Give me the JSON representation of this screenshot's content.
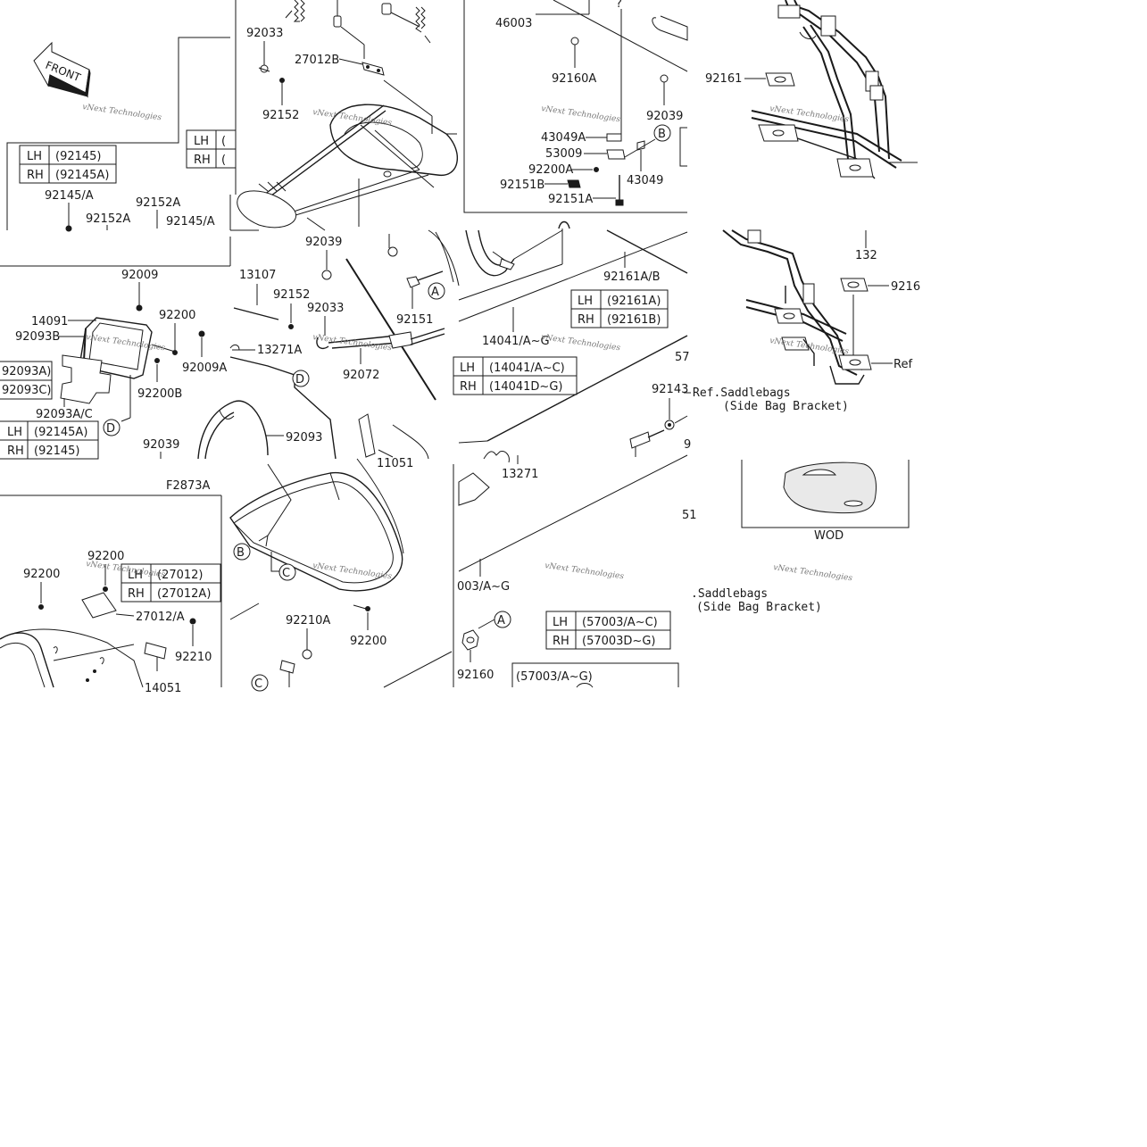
{
  "figure_code": "F2873A",
  "front_arrow": "FRONT",
  "watermark": "vNext Technologies",
  "sides": {
    "lh": "LH",
    "rh": "RH"
  },
  "ref_saddlebags": {
    "line1": "Ref.Saddlebags",
    "line2": "(Side Bag Bracket)"
  },
  "ref_saddlebags_b": {
    "line1": ".Saddlebags",
    "line2": "(Side Bag Bracket)"
  },
  "parts": {
    "p92033_a": "92033",
    "p27012b": "27012B",
    "p92152_a": "92152",
    "p46003": "46003",
    "p92160a": "92160A",
    "p92039_a": "92039",
    "p43049a": "43049A",
    "p53009": "53009",
    "p92200a": "92200A",
    "p92151b": "92151B",
    "p92151a": "92151A",
    "p43049": "43049",
    "p92161_a": "92161",
    "p92145": "92145/A",
    "p92152a_1": "92152A",
    "p92152a_2": "92152A",
    "p92145_b": "92145/A",
    "p92039_b": "92039",
    "p13107": "13107",
    "p92152_b": "92152",
    "p92033_b": "92033",
    "p13271a": "13271A",
    "p92072": "92072",
    "p92151": "92151",
    "p92161ab": "92161A/B",
    "p14041": "14041/A~G",
    "p57": "57",
    "p92143": "92143",
    "p9_trunc": "9",
    "p13271": "13271",
    "p11051": "11051",
    "p92093": "92093",
    "p92009": "92009",
    "p14091": "14091",
    "p92093b": "92093B",
    "p92200_a": "92200",
    "p92009a": "92009A",
    "p92200b": "92200B",
    "p92093ac": "92093A/C",
    "p92039_c": "92039",
    "p132": "132",
    "p9216": "9216",
    "ref_short": "Ref",
    "p92200_b": "92200",
    "p92200_c": "92200",
    "p27012a": "27012/A",
    "p92210": "92210",
    "p14051": "14051",
    "p92210a": "92210A",
    "p92200_d": "92200",
    "p003": "003/A~G",
    "p92160": "92160",
    "p51": "51",
    "wod": "WOD"
  },
  "tables": {
    "t92145": {
      "lh": "(92145)",
      "rh": "(92145A)"
    },
    "t_top_partial": {
      "lh": "(",
      "rh": "("
    },
    "t92161": {
      "lh": "(92161A)",
      "rh": "(92161B)"
    },
    "t14041": {
      "lh": "(14041/A~C)",
      "rh": "(14041D~G)"
    },
    "t92093": {
      "r1": "92093A)",
      "r2": "92093C)"
    },
    "t92145b": {
      "lh": "(92145A)",
      "rh": "(92145)"
    },
    "t27012": {
      "lh": "(27012)",
      "rh": "(27012A)"
    },
    "t57003": {
      "lh": "(57003/A~C)",
      "rh": "(57003D~G)"
    },
    "t57003_all": "(57003/A~G)"
  },
  "callouts": {
    "a": "A",
    "b": "B",
    "c": "C",
    "d": "D"
  }
}
